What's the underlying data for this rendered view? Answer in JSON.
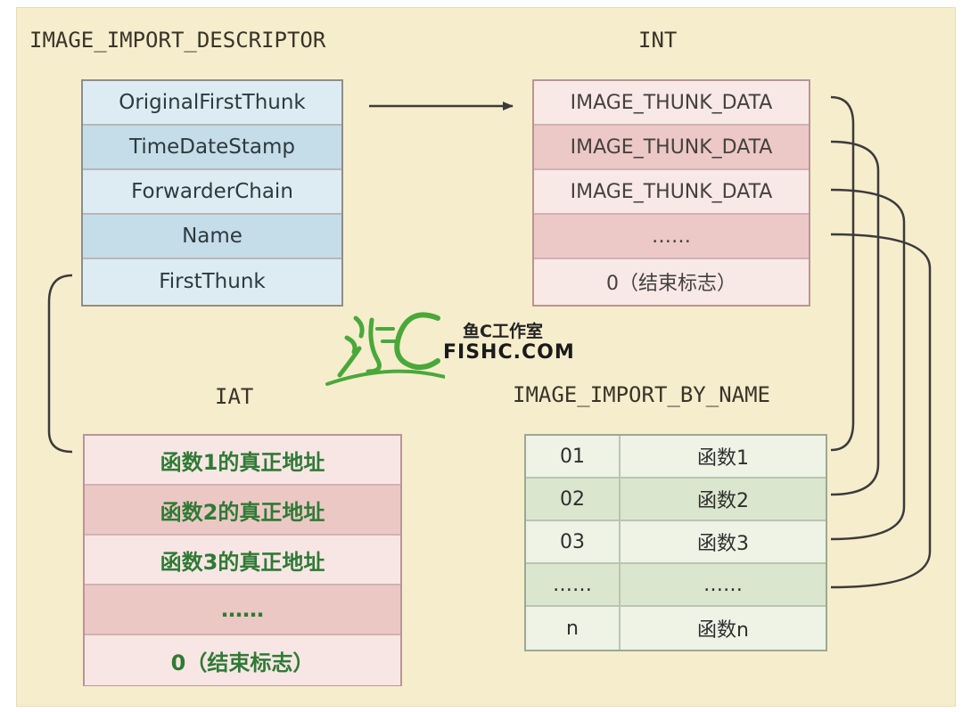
{
  "headings": {
    "descriptor": "IMAGE_IMPORT_DESCRIPTOR",
    "int": "INT",
    "iat": "IAT",
    "by_name": "IMAGE_IMPORT_BY_NAME"
  },
  "descriptor_fields": [
    "OriginalFirstThunk",
    "TimeDateStamp",
    "ForwarderChain",
    "Name",
    "FirstThunk"
  ],
  "int_rows": [
    "IMAGE_THUNK_DATA",
    "IMAGE_THUNK_DATA",
    "IMAGE_THUNK_DATA",
    "……",
    "0（结束标志）"
  ],
  "iat_rows": [
    "函数1的真正地址",
    "函数2的真正地址",
    "函数3的真正地址",
    "……",
    "0（结束标志）"
  ],
  "by_name_rows": [
    {
      "hint": "01",
      "name": "函数1"
    },
    {
      "hint": "02",
      "name": "函数2"
    },
    {
      "hint": "03",
      "name": "函数3"
    },
    {
      "hint": "……",
      "name": "……"
    },
    {
      "hint": "n",
      "name": "函数n"
    }
  ],
  "watermark": {
    "cn": "鱼C工作室",
    "en": "FISHC.COM"
  },
  "colors": {
    "background": "#f6edcd",
    "descriptor_light": "#dcecf2",
    "descriptor_dark": "#c5dde8",
    "int_light": "#f8e8e6",
    "int_dark": "#ecc9c6",
    "iat_light": "#f8e6e4",
    "iat_dark": "#ecc8c5",
    "by_name_light": "#eef3e6",
    "by_name_dark": "#dbe6cf",
    "connector": "#3b3b3b",
    "logo_green": "#4aa83a"
  }
}
